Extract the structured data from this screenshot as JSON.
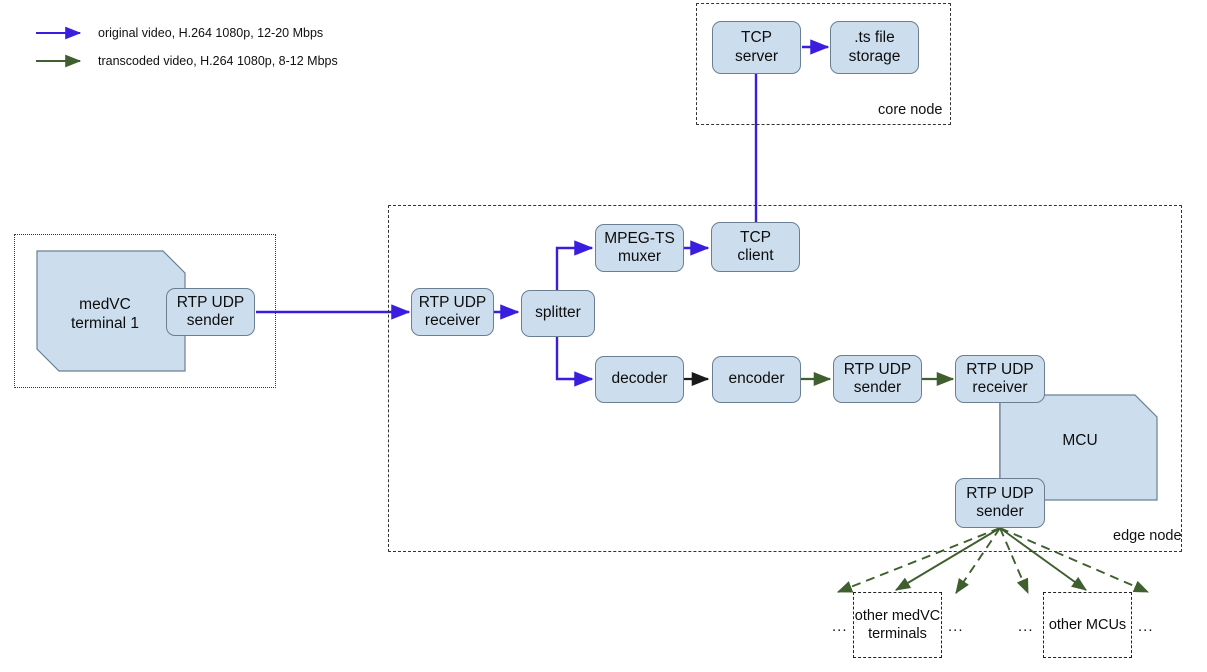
{
  "legend": {
    "items": [
      {
        "label": "original video, H.264 1080p, 12-20 Mbps",
        "color": "#3a1ee0",
        "style": "solid"
      },
      {
        "label": "transcoded video, H.264 1080p, 8-12 Mbps",
        "color": "#3f5f2e",
        "style": "solid"
      }
    ]
  },
  "groups": [
    {
      "id": "core",
      "label": "core node"
    },
    {
      "id": "terminal",
      "label": ""
    },
    {
      "id": "edge",
      "label": "edge node"
    }
  ],
  "nodes": {
    "tcp_server": "TCP\nserver",
    "tcp_server_l1": "TCP",
    "tcp_server_l2": "server",
    "ts_storage_l1": ".ts file",
    "ts_storage_l2": "storage",
    "medvc_terminal_l1": "medVC",
    "medvc_terminal_l2": "terminal 1",
    "rtp_sender_term_l1": "RTP UDP",
    "rtp_sender_term_l2": "sender",
    "rtp_receiver_edge_l1": "RTP UDP",
    "rtp_receiver_edge_l2": "receiver",
    "splitter": "splitter",
    "mpegts_muxer_l1": "MPEG-TS",
    "mpegts_muxer_l2": "muxer",
    "tcp_client_l1": "TCP",
    "tcp_client_l2": "client",
    "decoder": "decoder",
    "encoder": "encoder",
    "rtp_sender_mid_l1": "RTP UDP",
    "rtp_sender_mid_l2": "sender",
    "rtp_receiver_mcu_l1": "RTP UDP",
    "rtp_receiver_mcu_l2": "receiver",
    "mcu": "MCU",
    "rtp_sender_mcu_l1": "RTP UDP",
    "rtp_sender_mcu_l2": "sender"
  },
  "stubs": {
    "other_terminals_l1": "other",
    "other_terminals_l2": "medVC",
    "other_terminals_l3": "terminals",
    "other_mcus_l1": "other",
    "other_mcus_l2": "MCUs"
  },
  "ellipses": {
    "e1": "...",
    "e2": "...",
    "e3": "...",
    "e4": "..."
  },
  "colors": {
    "original_flow": "#3a1ee0",
    "transcoded_flow": "#3f5f2e",
    "plain_flow": "#1a1a1a",
    "box_fill": "#ccdded",
    "box_border": "#6b7f93",
    "group_border": "#333333"
  }
}
